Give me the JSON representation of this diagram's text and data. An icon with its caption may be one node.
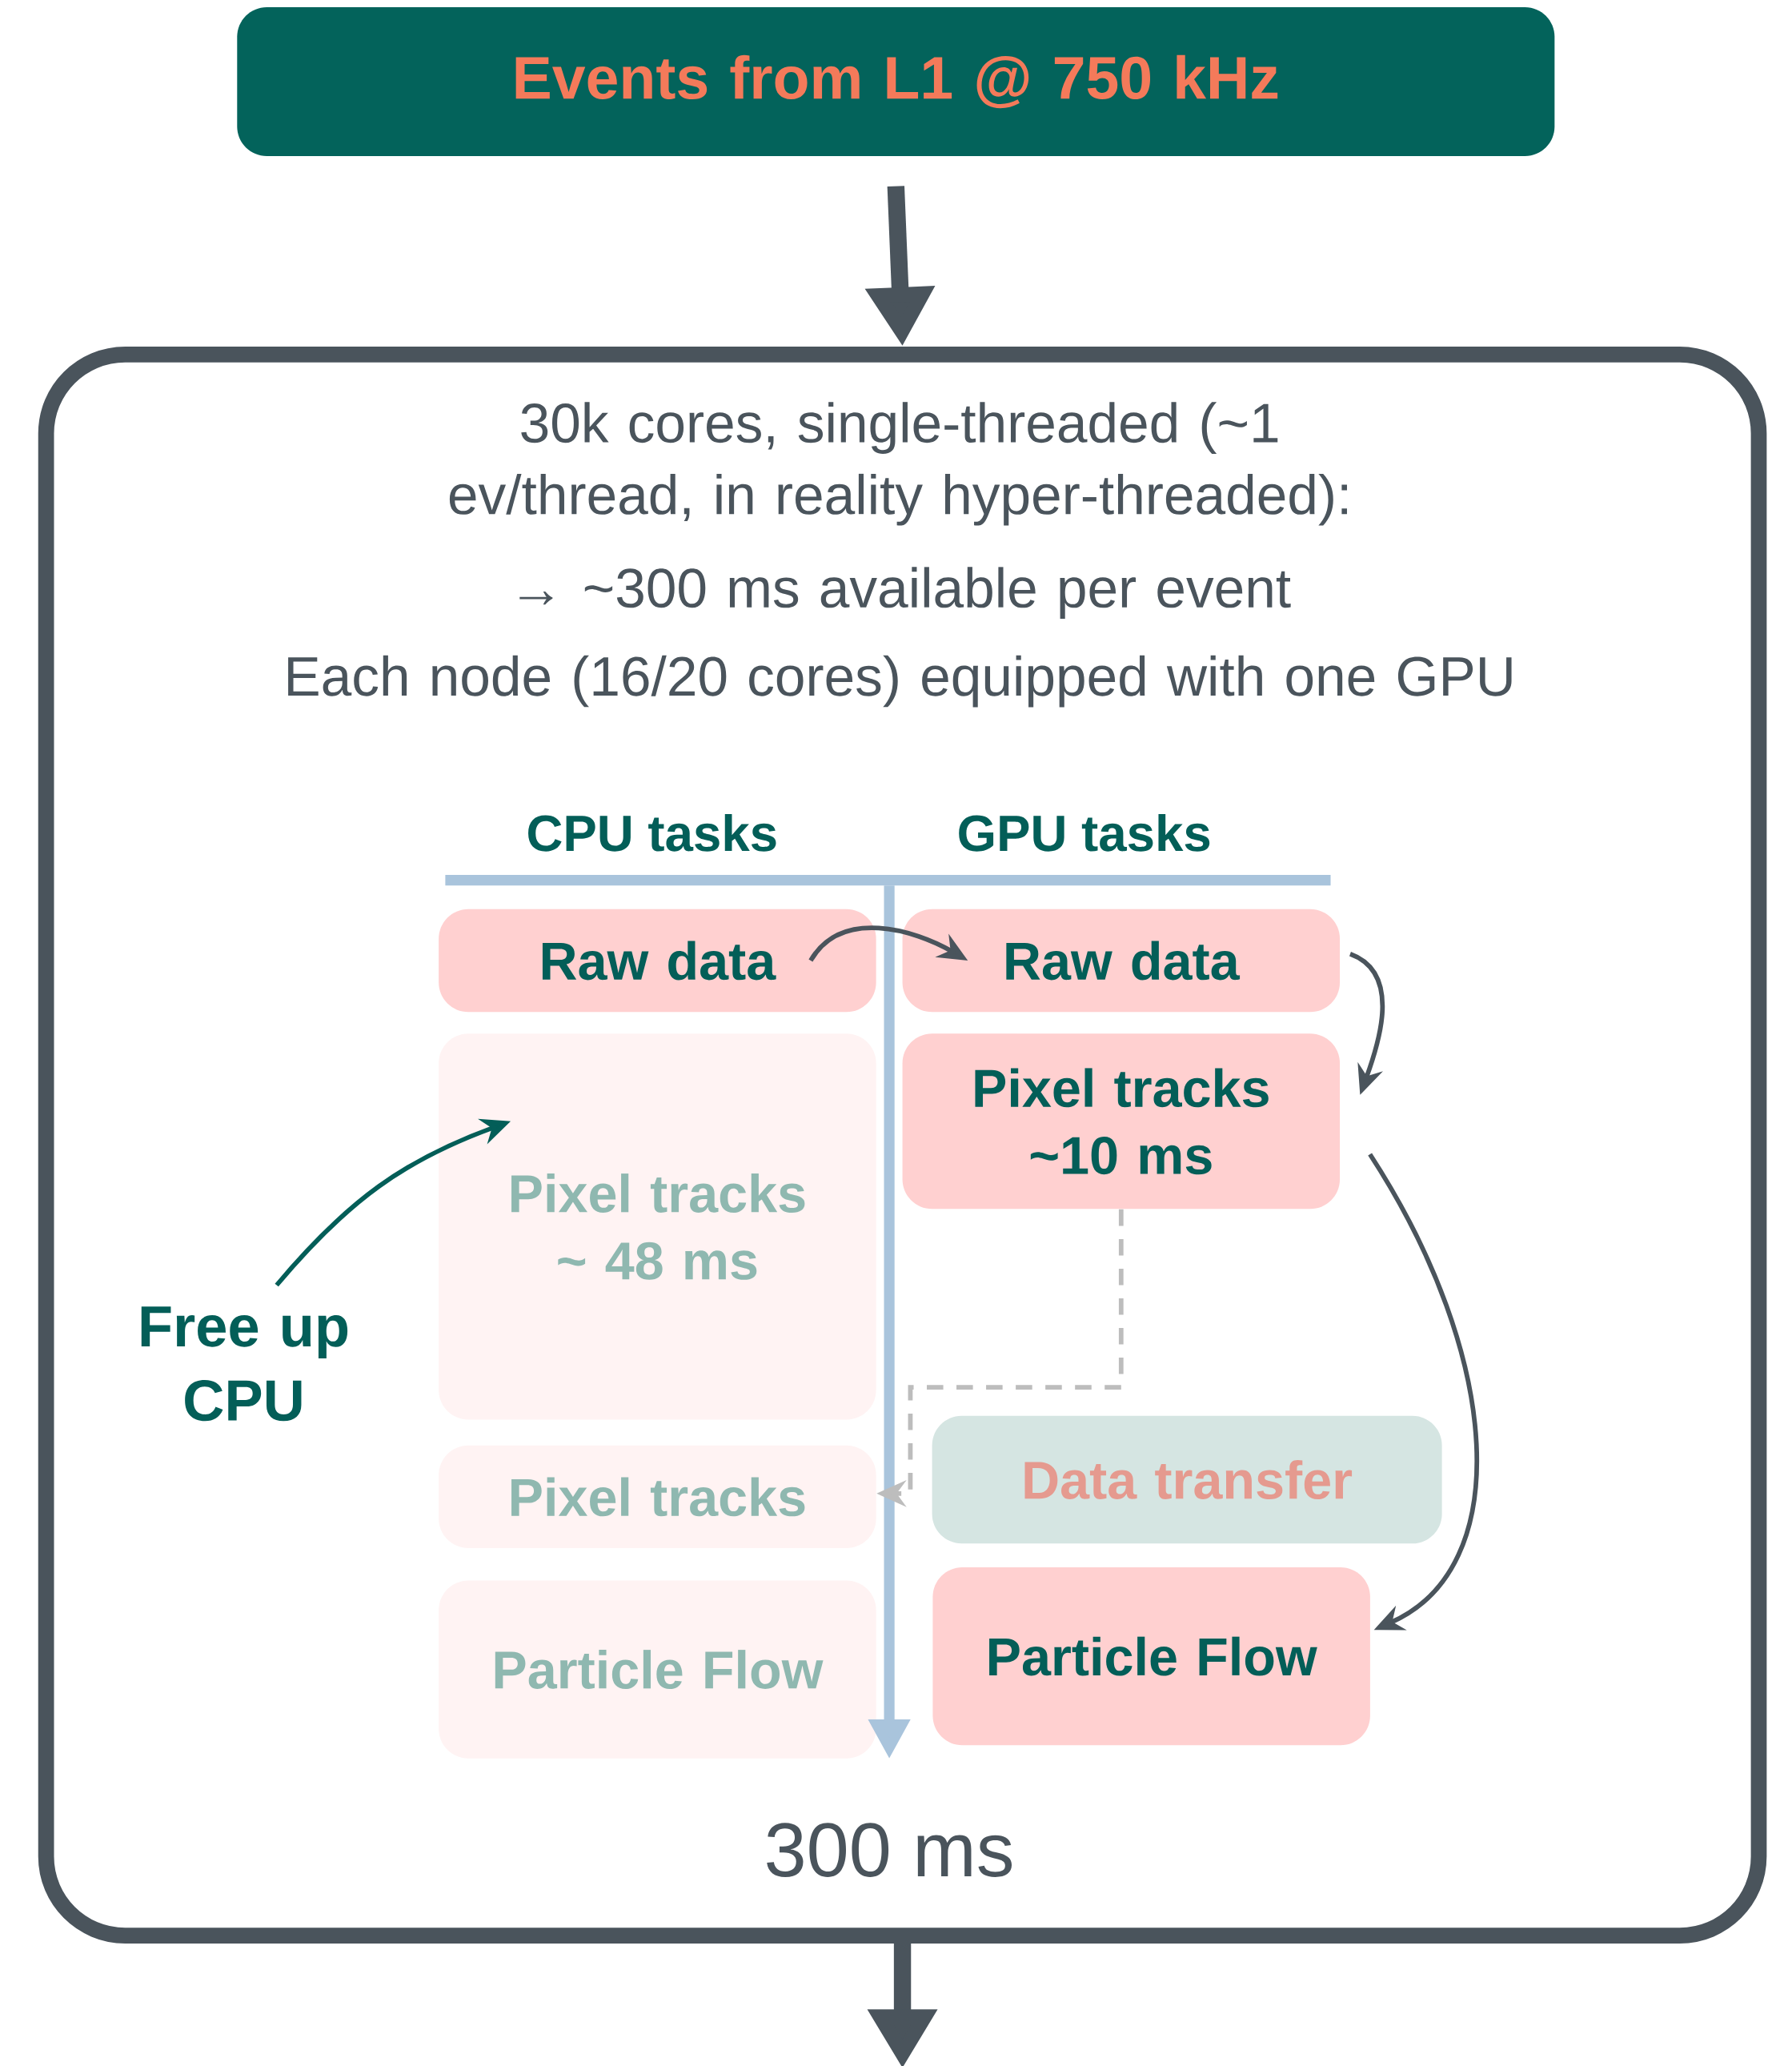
{
  "diagram": {
    "nodes": [
      {
        "text": [
          "Events from L1 @ 750 kHz"
        ]
      },
      {
        "text": [
          "30k cores, single-threaded (~1 ev/thread, in reality hyper-threaded):",
          "→ ~300 ms available per event",
          "Each node (16/20 cores) equipped with one GPU"
        ]
      },
      {
        "text": [
          "Raw data"
        ],
        "in": 1
      },
      {
        "text": [
          "Raw data"
        ],
        "in": 1
      },
      {
        "text": [
          "Pixel tracks ~ 48 ms"
        ],
        "in": 1
      },
      {
        "text": [
          "Pixel tracks ~10 ms"
        ],
        "in": 1
      },
      {
        "text": [
          "Pixel tracks"
        ],
        "in": 1
      },
      {
        "text": [
          "Data transfer"
        ],
        "in": 1
      },
      {
        "text": [
          "Particle Flow"
        ],
        "in": 1
      },
      {
        "text": [
          "Particle Flow"
        ],
        "in": 1
      },
      {
        "text": [
          "Free up CPU"
        ],
        "in": 1
      }
    ],
    "edges": [
      {
        "from": 0,
        "to": 1,
        "arrow": "to",
        "style": "thick"
      },
      {
        "from": 1,
        "to": null,
        "arrow": "to",
        "style": "thick"
      },
      {
        "from": 2,
        "to": 3,
        "arrow": "to"
      },
      {
        "from": 3,
        "to": 5,
        "arrow": "to"
      },
      {
        "from": 5,
        "to": 9,
        "arrow": "to"
      },
      {
        "from": 10,
        "to": 4,
        "arrow": "to",
        "color": "#035e58"
      },
      {
        "from": 5,
        "to": 6,
        "arrow": "to",
        "style": "dashed",
        "color": "#bdbdbd"
      }
    ],
    "labels": [
      "CPU tasks",
      "GPU tasks",
      "300 ms"
    ]
  }
}
